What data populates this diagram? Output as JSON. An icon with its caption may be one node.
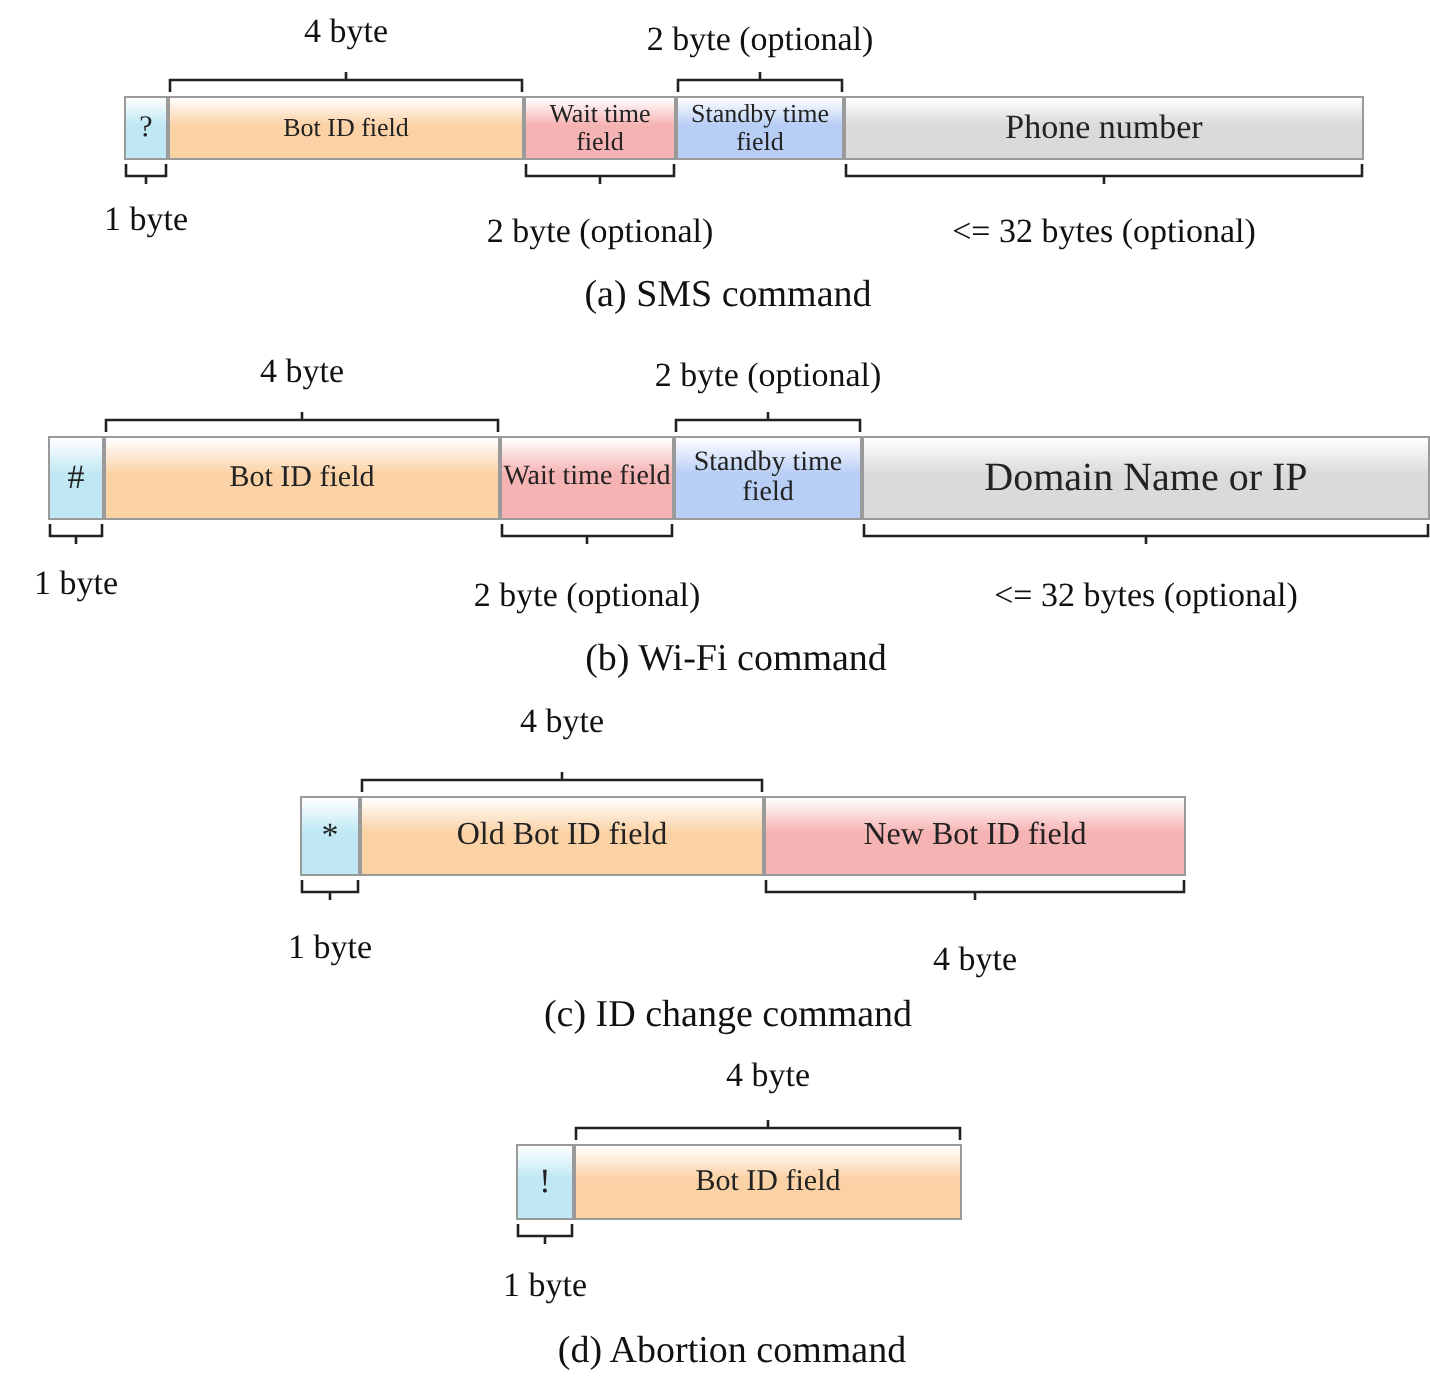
{
  "diagram": {
    "nodes": [
      {
        "text": [
          "?"
        ],
        "beside": [
          "1 byte"
        ]
      },
      {
        "text": [
          "Bot ID field"
        ],
        "beside": [
          "4 byte"
        ]
      },
      {
        "text": [
          "Wait time field"
        ],
        "beside": [
          "2 byte (optional)"
        ]
      },
      {
        "text": [
          "Standby time field"
        ],
        "beside": [
          "2 byte (optional)"
        ]
      },
      {
        "text": [
          "Phone number"
        ],
        "beside": [
          "<= 32 bytes (optional)"
        ]
      },
      {
        "text": [
          "#"
        ],
        "beside": [
          "1 byte"
        ]
      },
      {
        "text": [
          "Bot ID field"
        ],
        "beside": [
          "4 byte"
        ]
      },
      {
        "text": [
          "Wait time field"
        ],
        "beside": [
          "2 byte (optional)"
        ]
      },
      {
        "text": [
          "Standby time field"
        ],
        "beside": [
          "2 byte (optional)"
        ]
      },
      {
        "text": [
          "Domain Name or IP"
        ],
        "beside": [
          "<= 32 bytes (optional)"
        ]
      },
      {
        "text": [
          "*"
        ],
        "beside": [
          "1 byte"
        ]
      },
      {
        "text": [
          "Old Bot ID field"
        ],
        "beside": [
          "4 byte"
        ]
      },
      {
        "text": [
          "New Bot ID field"
        ],
        "beside": [
          "4 byte"
        ]
      },
      {
        "text": [
          "!"
        ],
        "beside": [
          "1 byte"
        ]
      },
      {
        "text": [
          "Bot ID field"
        ],
        "beside": [
          "4 byte"
        ]
      }
    ],
    "edges": [],
    "labels": [
      "(a) SMS command",
      "(b) Wi-Fi command",
      "(c) ID change command",
      "(d) Abortion command"
    ]
  }
}
